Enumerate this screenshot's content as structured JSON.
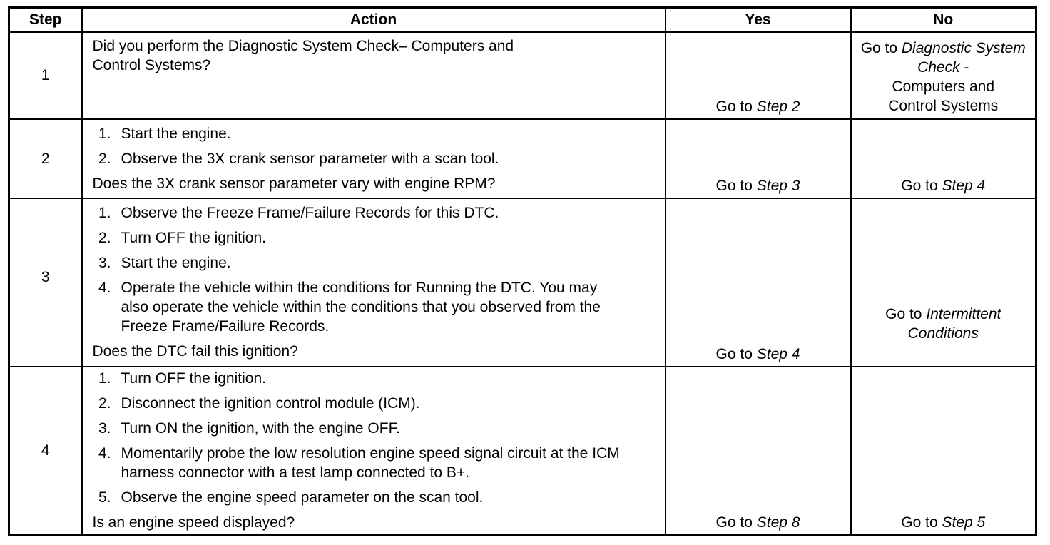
{
  "headers": {
    "step": "Step",
    "action": "Action",
    "yes": "Yes",
    "no": "No"
  },
  "rows": [
    {
      "step": "1",
      "question": "Did you perform the Diagnostic System Check– Computers and Control Systems?",
      "question_lines": [
        "Did you perform the Diagnostic System Check– Computers and",
        "Control Systems?"
      ],
      "items": [],
      "yes": {
        "prefix": "Go to ",
        "ref": "Step 2"
      },
      "no": {
        "prefix": "Go to ",
        "ref": "Diagnostic System Check",
        "suffix": " -",
        "extra_lines": [
          "Computers and",
          "Control Systems"
        ]
      }
    },
    {
      "step": "2",
      "items": [
        {
          "num": "1.",
          "text": "Start the engine."
        },
        {
          "num": "2.",
          "text": "Observe the 3X crank sensor parameter with a scan tool."
        }
      ],
      "question": "Does the 3X crank sensor parameter vary with engine RPM?",
      "yes": {
        "prefix": "Go to ",
        "ref": "Step 3"
      },
      "no": {
        "prefix": "Go to ",
        "ref": "Step 4"
      }
    },
    {
      "step": "3",
      "items": [
        {
          "num": "1.",
          "text": "Observe the Freeze Frame/Failure Records for this DTC."
        },
        {
          "num": "2.",
          "text": "Turn OFF the ignition."
        },
        {
          "num": "3.",
          "text": "Start the engine."
        },
        {
          "num": "4.",
          "text": "Operate the vehicle within the conditions for Running the DTC. You may also operate the vehicle within the conditions that you observed from the Freeze Frame/Failure Records."
        }
      ],
      "question": "Does the DTC fail this ignition?",
      "yes": {
        "prefix": "Go to ",
        "ref": "Step 4"
      },
      "no": {
        "prefix": "Go to ",
        "ref": "Intermittent Conditions"
      }
    },
    {
      "step": "4",
      "items": [
        {
          "num": "1.",
          "text": "Turn OFF the ignition."
        },
        {
          "num": "2.",
          "text": "Disconnect the ignition control module (ICM)."
        },
        {
          "num": "3.",
          "text": "Turn ON the ignition, with the engine OFF."
        },
        {
          "num": "4.",
          "text": "Momentarily probe the low resolution engine speed signal circuit at the ICM harness connector with a test lamp connected to B+."
        },
        {
          "num": "5.",
          "text": "Observe the engine speed parameter on the scan tool."
        }
      ],
      "question": "Is an engine speed displayed?",
      "yes": {
        "prefix": "Go to ",
        "ref": "Step 8"
      },
      "no": {
        "prefix": "Go to ",
        "ref": "Step 5"
      }
    }
  ]
}
